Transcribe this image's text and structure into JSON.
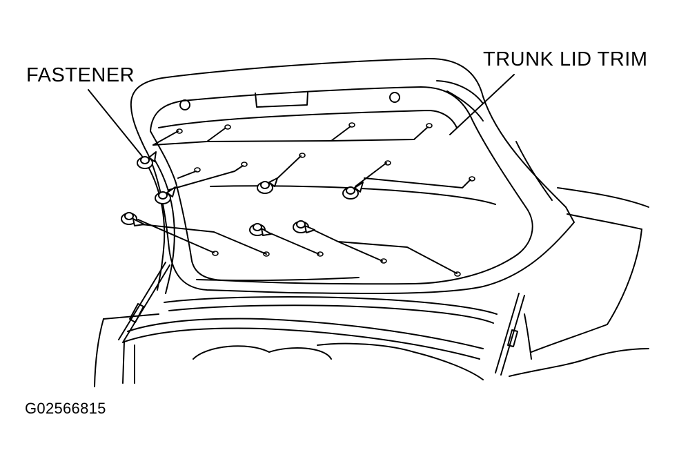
{
  "labels": {
    "fastener": "FASTENER",
    "trunk_lid_trim": "TRUNK LID TRIM",
    "figure_code": "G02566815"
  },
  "colors": {
    "ink": "#000000",
    "paper": "#ffffff"
  },
  "icons": {
    "fastener_clip": "push-pin-clip-icon",
    "mounting_hole": "clip-hole-icon"
  }
}
